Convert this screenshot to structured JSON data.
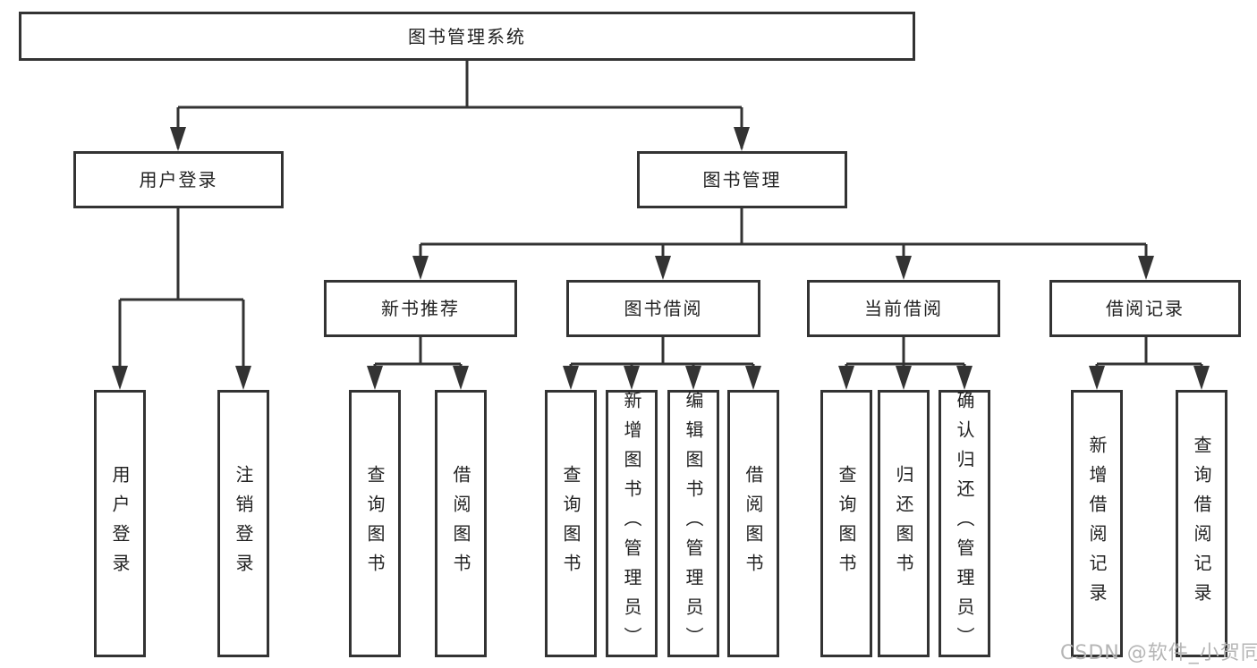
{
  "tree": {
    "root": "图书管理系统",
    "children": [
      {
        "label": "用户登录",
        "children": [
          {
            "label": "用户登录"
          },
          {
            "label": "注销登录"
          }
        ]
      },
      {
        "label": "图书管理",
        "children": [
          {
            "label": "新书推荐",
            "children": [
              {
                "label": "查询图书"
              },
              {
                "label": "借阅图书"
              }
            ]
          },
          {
            "label": "图书借阅",
            "children": [
              {
                "label": "查询图书"
              },
              {
                "label": "新增图书（管理员）"
              },
              {
                "label": "编辑图书（管理员）"
              },
              {
                "label": "借阅图书"
              }
            ]
          },
          {
            "label": "当前借阅",
            "children": [
              {
                "label": "查询图书"
              },
              {
                "label": "归还图书"
              },
              {
                "label": "确认归还（管理员）"
              }
            ]
          },
          {
            "label": "借阅记录",
            "children": [
              {
                "label": "新增借阅记录"
              },
              {
                "label": "查询借阅记录"
              }
            ]
          }
        ]
      }
    ]
  },
  "watermark": {
    "text": "CSDN @软件_小贺同学"
  },
  "colors": {
    "line": "#333333",
    "box_border": "#333333",
    "text": "#222222",
    "background": "#ffffff",
    "watermark": "#b5b5b5"
  }
}
